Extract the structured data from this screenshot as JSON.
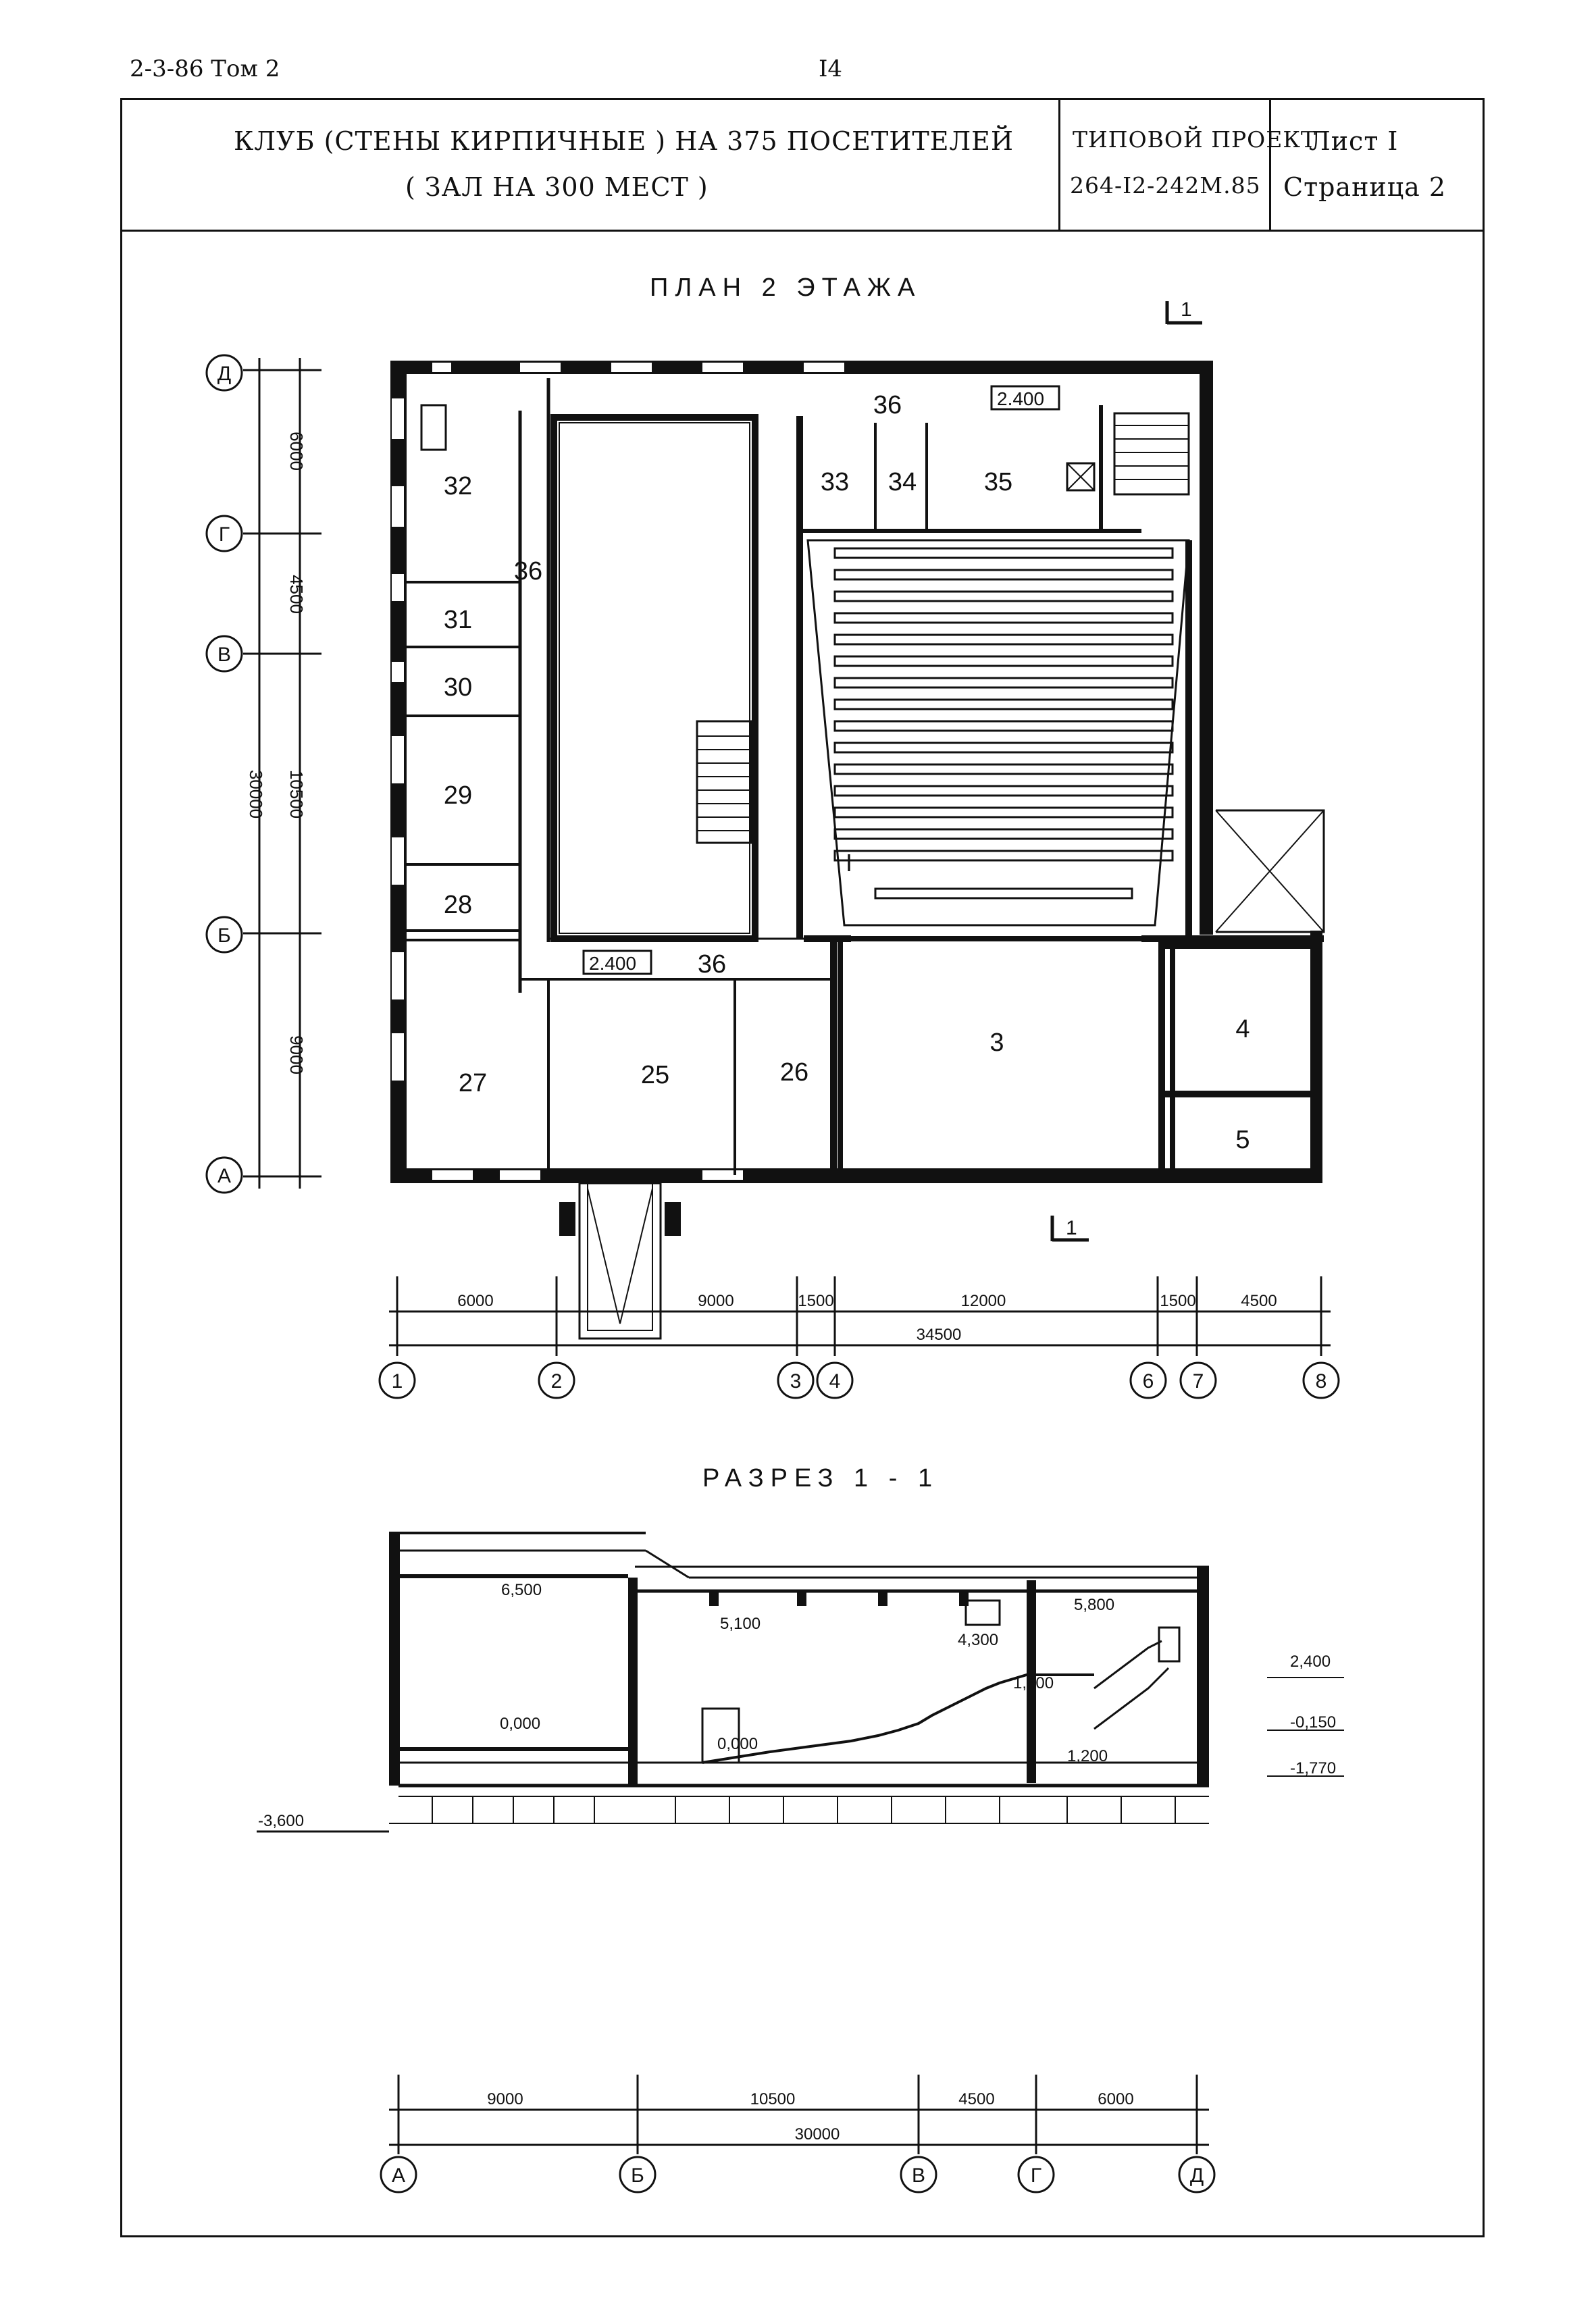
{
  "header": {
    "doc_code": "2-3-86 Том 2",
    "page_number": "I4"
  },
  "title_block": {
    "title_line1": "КЛУБ (СТЕНЫ КИРПИЧНЫЕ ) НА 375 ПОСЕТИТЕЛЕЙ",
    "title_line2": "( ЗАЛ НА 300 МЕСТ )",
    "project_label": "ТИПОВОЙ ПРОЕКТ",
    "project_code": "264-I2-242М.85",
    "sheet": "Лист I",
    "page": "Страница 2"
  },
  "plan": {
    "caption": "ПЛАН 2 ЭТАЖА",
    "section_mark": "1",
    "elevation_tags": [
      "2.400",
      "2.400"
    ],
    "room_numbers": [
      "32",
      "33",
      "34",
      "35",
      "36",
      "36",
      "36",
      "31",
      "30",
      "29",
      "28",
      "27",
      "25",
      "26",
      "3",
      "4",
      "5"
    ],
    "seat_row_mark": "I",
    "vertical_axes": [
      "Д",
      "Г",
      "В",
      "Б",
      "А"
    ],
    "vertical_dims": [
      "6000",
      "4500",
      "10500",
      "9000"
    ],
    "vertical_total": "30000",
    "horizontal_axes": [
      "1",
      "2",
      "3",
      "4",
      "6",
      "7",
      "8"
    ],
    "horizontal_dims": [
      "6000",
      "9000",
      "1500",
      "12000",
      "1500",
      "4500"
    ],
    "horizontal_total": "34500"
  },
  "section": {
    "caption": "РАЗРЕЗ 1 - 1",
    "levels_inside": [
      "6,500",
      "5,100",
      "4,300",
      "5,800",
      "1,500",
      "0,000",
      "0,000",
      "1,200"
    ],
    "levels_right": [
      "2,400",
      "-0,150",
      "-1,770"
    ],
    "level_left": "-3,600",
    "axes": [
      "А",
      "Б",
      "В",
      "Г",
      "Д"
    ],
    "dims": [
      "9000",
      "10500",
      "4500",
      "6000"
    ],
    "total": "30000"
  }
}
